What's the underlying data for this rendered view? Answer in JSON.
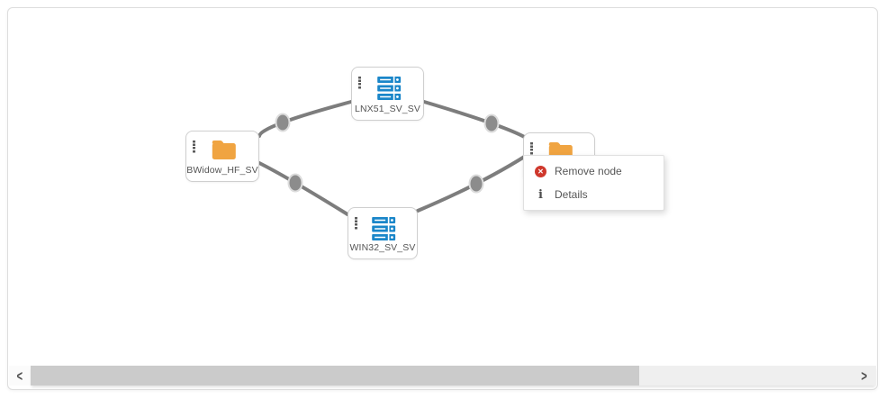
{
  "canvas": {
    "nodes": [
      {
        "id": "lnx51",
        "label": "LNX51_SV_SV",
        "icon": "server-icon"
      },
      {
        "id": "bwidow",
        "label": "BWidow_HF_SV",
        "icon": "folder-icon"
      },
      {
        "id": "win32",
        "label": "WIN32_SV_SV",
        "icon": "server-icon"
      },
      {
        "id": "right",
        "label": "",
        "icon": "folder-icon"
      }
    ],
    "edge_count": 4
  },
  "context_menu": {
    "items": [
      {
        "label": "Remove node",
        "icon": "remove-circle-icon"
      },
      {
        "label": "Details",
        "icon": "info-icon"
      }
    ],
    "remove_glyph": "✕",
    "info_glyph": "i"
  },
  "scrollbar": {
    "left_arrow": "<",
    "right_arrow": ">"
  },
  "colors": {
    "edge": "#7d7d7d",
    "edge_handle": "#8c8c8c",
    "server_icon_blue": "#1a86c9",
    "folder_icon_orange": "#f0a441",
    "remove_icon_red": "#cf382c",
    "node_border": "#cfcfcf",
    "scroll_thumb": "#cbcbcb",
    "scroll_track": "#efefef"
  }
}
